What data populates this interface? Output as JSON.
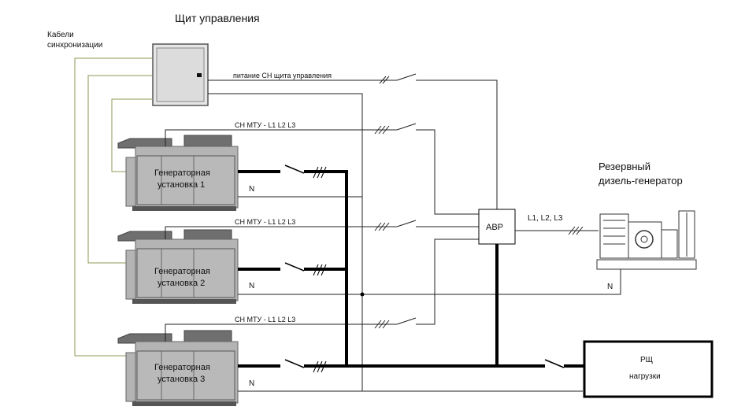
{
  "title": "Щит управления",
  "sync_cables": [
    "Кабели",
    "синхронизации"
  ],
  "cabinet_supply_label": "питание СН щита управления",
  "generators": [
    {
      "name": [
        "Генераторная",
        "установка 1"
      ],
      "aux_label": "СН МТУ - L1 L2 L3",
      "neutral": "N"
    },
    {
      "name": [
        "Генераторная",
        "установка 2"
      ],
      "aux_label": "СН МТУ - L1 L2 L3",
      "neutral": "N"
    },
    {
      "name": [
        "Генераторная",
        "установка 3"
      ],
      "aux_label": "СН МТУ - L1 L2 L3",
      "neutral": "N"
    }
  ],
  "ats_label": "АВР",
  "phases_label": "L1, L2, L3",
  "reserve_gen": [
    "Резервный",
    "дизель-генератор"
  ],
  "reserve_neutral": "N",
  "load_panel": [
    "РЩ",
    "нагрузки"
  ],
  "icons": [
    "control-cabinet-icon",
    "generator-set-icon",
    "diesel-generator-icon",
    "switch-icon"
  ]
}
